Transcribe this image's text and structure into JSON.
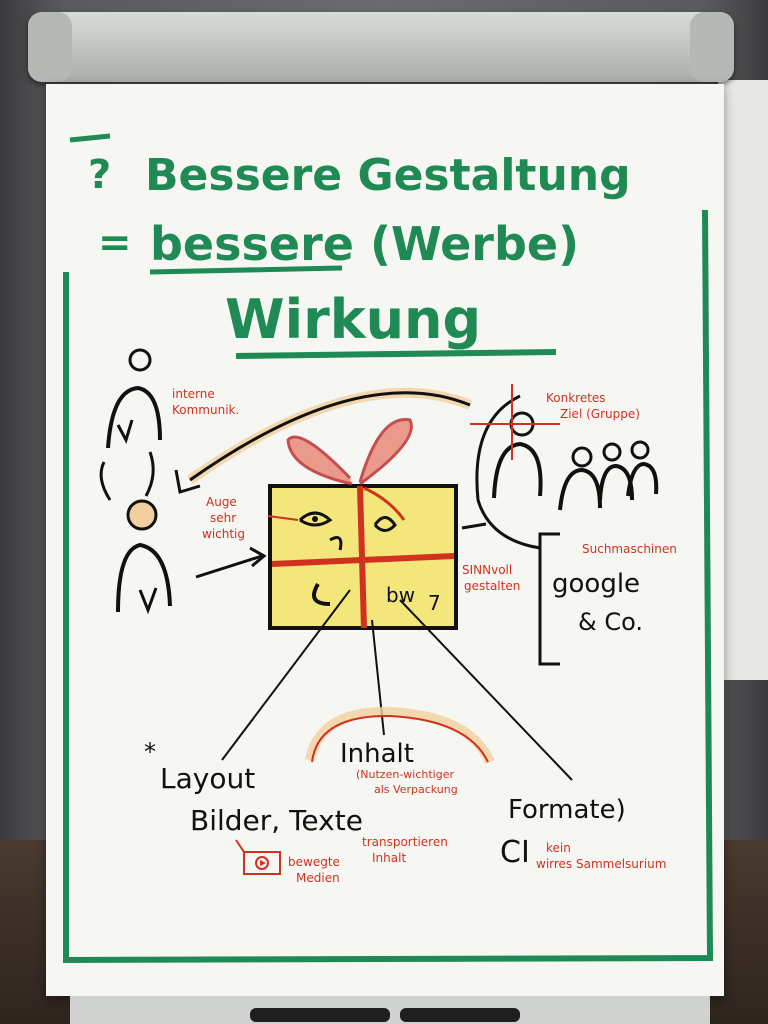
{
  "title": {
    "line1": "Bessere Gestaltung",
    "line2": "bessere (Werbe)",
    "line3": "Wirkung",
    "prefix_question": "?",
    "prefix_equals": "="
  },
  "labels": {
    "interne_kommunik_1": "interne",
    "interne_kommunik_2": "Kommunik.",
    "konkretes_1": "Konkretes",
    "konkretes_2": "Ziel (Gruppe)",
    "auge_1": "Auge",
    "auge_2": "sehr",
    "auge_3": "wichtig",
    "sinnvoll_1": "SINNvoll",
    "sinnvoll_2": "gestalten",
    "suchmaschinen": "Suchmaschinen",
    "google": "google",
    "co": "& Co.",
    "star": "*",
    "layout": "Layout",
    "bilder_texte": "Bilder, Texte",
    "inhalt": "Inhalt",
    "nutzen_1": "(Nutzen-wichtiger",
    "nutzen_2": "als Verpackung",
    "formate": "Formate)",
    "ci": "CI",
    "transportieren_1": "transportieren",
    "transportieren_2": "Inhalt",
    "bewegte_1": "bewegte",
    "bewegte_2": "Medien",
    "kein_1": "kein",
    "kein_2": "wirres Sammelsurium",
    "gift_bw": "bw",
    "gift_7": "7"
  },
  "colors": {
    "green": "#1f8a54",
    "red": "#d0321f",
    "yellow": "#f3e67a",
    "orange": "#f1cf9e",
    "black": "#111111"
  }
}
